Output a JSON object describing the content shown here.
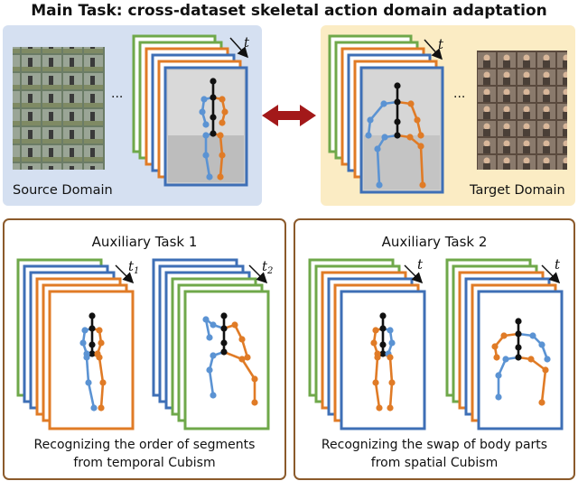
{
  "title": "Main Task: cross-dataset skeletal action domain adaptation",
  "source_label": "Source Domain",
  "target_label": "Target Domain",
  "ellipsis": "...",
  "time_label": "t",
  "aux1": {
    "title": "Auxiliary Task 1",
    "t1": "t",
    "t1_sub": "1",
    "t2": "t",
    "t2_sub": "2",
    "caption_line1": "Recognizing the order of segments",
    "caption_line2": "from temporal Cubism"
  },
  "aux2": {
    "title": "Auxiliary Task 2",
    "caption_line1": "Recognizing the swap of body parts",
    "caption_line2": "from spatial Cubism"
  },
  "colors": {
    "green": "#6fa84a",
    "orange": "#e07b26",
    "blue": "#3e6fb6",
    "source_bg": "#d5e0f1",
    "target_bg": "#fbecc4",
    "box_border": "#8b5a2b",
    "arrow": "#a3191a",
    "joint_blue": "#5b93d3",
    "joint_orange": "#e07b26"
  }
}
